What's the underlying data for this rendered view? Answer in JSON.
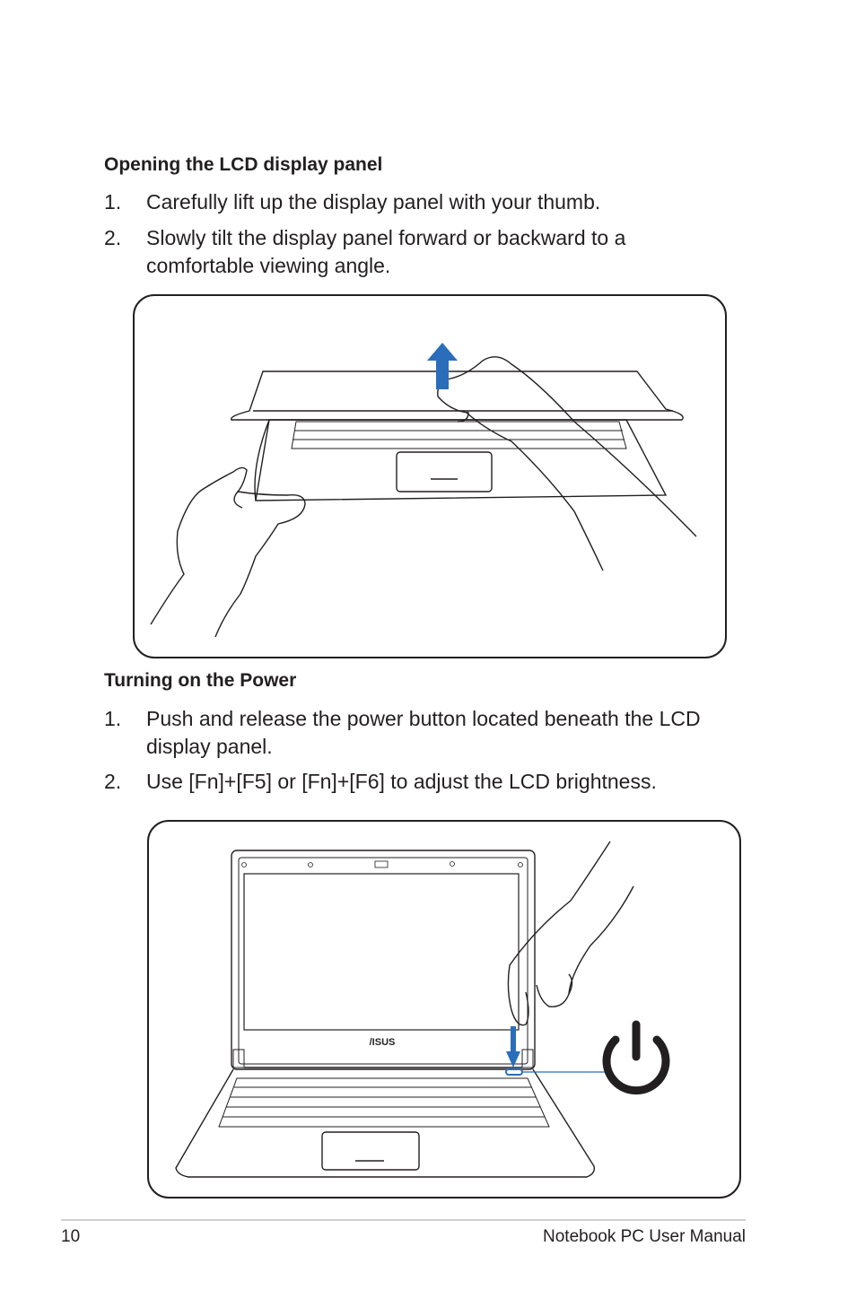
{
  "section1": {
    "title": "Opening the LCD display panel",
    "steps": [
      {
        "num": "1.",
        "text": "Carefully lift up the display panel with your thumb."
      },
      {
        "num": "2.",
        "text": "Slowly tilt the display panel forward or backward to a comfortable viewing angle."
      }
    ]
  },
  "section2": {
    "title": "Turning on the Power",
    "steps": [
      {
        "num": "1.",
        "text": "Push and release the power button located beneath the LCD display panel."
      },
      {
        "num": "2.",
        "text": "Use [Fn]+[F5] or [Fn]+[F6] to adjust the LCD brightness."
      }
    ]
  },
  "figure2": {
    "brand_logo": "/ISUS"
  },
  "colors": {
    "arrow_blue": "#2a6ebb",
    "ink": "#231f20"
  },
  "icons": [
    "up-arrow-icon",
    "power-icon",
    "down-arrow-icon"
  ],
  "footer": {
    "page_number": "10",
    "manual_title": "Notebook PC User Manual"
  }
}
